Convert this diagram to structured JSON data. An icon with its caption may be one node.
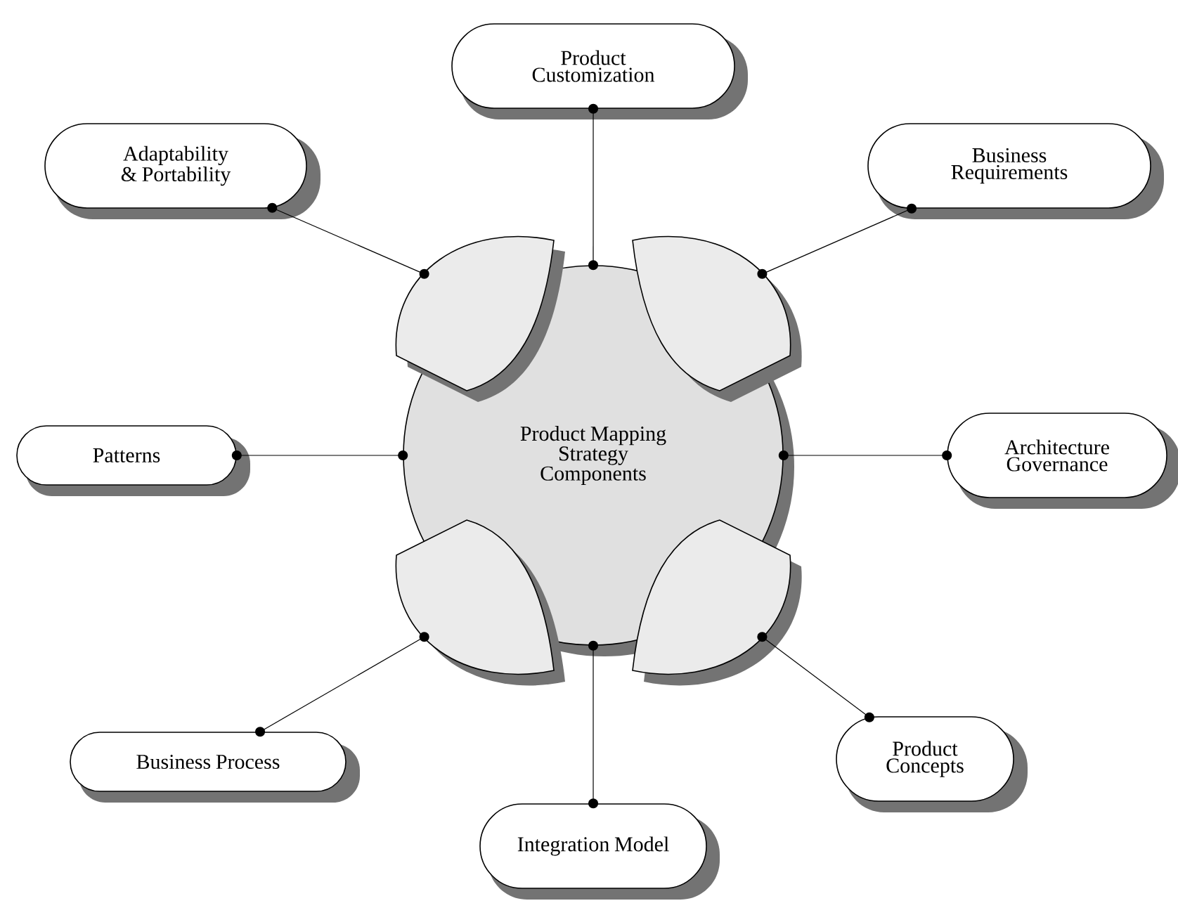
{
  "diagram": {
    "nodes": [
      {
        "text": [
          "Product Customization"
        ]
      },
      {
        "text": [
          "Adaptability & Portability"
        ]
      },
      {
        "text": [
          "Business Requirements"
        ]
      },
      {
        "text": [
          "Product Mapping Strategy Components"
        ]
      },
      {
        "text": [],
        "shape": "petal"
      },
      {
        "text": [],
        "shape": "petal"
      },
      {
        "text": [
          "Patterns"
        ]
      },
      {
        "text": [
          "Architecture Governance"
        ]
      },
      {
        "text": [],
        "shape": "petal"
      },
      {
        "text": [],
        "shape": "petal"
      },
      {
        "text": [
          "Business Process"
        ]
      },
      {
        "text": [
          "Product Concepts"
        ]
      },
      {
        "text": [
          "Integration Model"
        ]
      }
    ],
    "edges": [
      {
        "from": 0,
        "to": 3,
        "arrow": "other"
      },
      {
        "from": 1,
        "to": 4,
        "arrow": "other"
      },
      {
        "from": 2,
        "to": 5,
        "arrow": "other"
      },
      {
        "from": 6,
        "to": 3,
        "arrow": "other"
      },
      {
        "from": 7,
        "to": 3,
        "arrow": "other"
      },
      {
        "from": 10,
        "to": 8,
        "arrow": "other"
      },
      {
        "from": 11,
        "to": 9,
        "arrow": "other"
      },
      {
        "from": 12,
        "to": 3,
        "arrow": "other"
      }
    ]
  }
}
